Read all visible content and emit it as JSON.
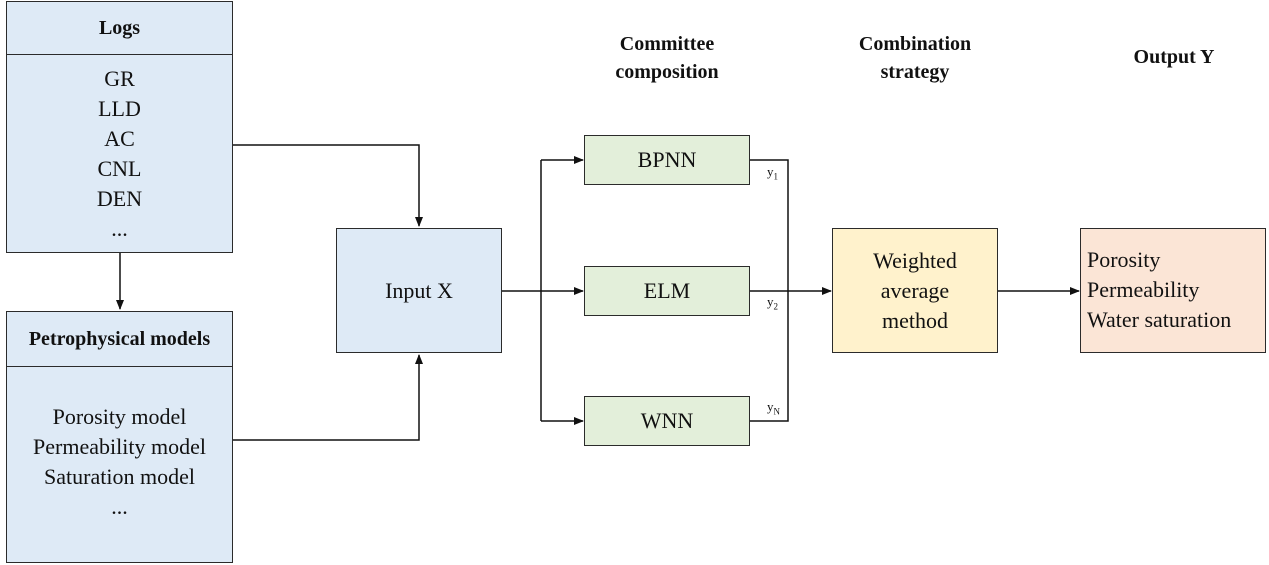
{
  "logs": {
    "title": "Logs",
    "items": [
      "GR",
      "LLD",
      "AC",
      "CNL",
      "DEN",
      "..."
    ]
  },
  "petrophysical": {
    "title": "Petrophysical models",
    "items": [
      "Porosity model",
      "Permeability model",
      "Saturation model",
      "..."
    ]
  },
  "input": {
    "label": "Input X"
  },
  "headers": {
    "committee": [
      "Committee",
      "composition"
    ],
    "combination": [
      "Combination",
      "strategy"
    ],
    "output": "Output Y"
  },
  "models": [
    {
      "label": "BPNN",
      "output_base": "y",
      "output_sub": "1"
    },
    {
      "label": "ELM",
      "output_base": "y",
      "output_sub": "2"
    },
    {
      "label": "WNN",
      "output_base": "y",
      "output_sub": "N"
    }
  ],
  "combiner": {
    "lines": [
      "Weighted",
      "average",
      "method"
    ]
  },
  "outputs": [
    "Porosity",
    "Permeability",
    "Water saturation"
  ],
  "colors": {
    "input_fill": "#deeaf6",
    "model_fill": "#e3efda",
    "combiner_fill": "#fff2cc",
    "output_fill": "#fbe5d6"
  }
}
